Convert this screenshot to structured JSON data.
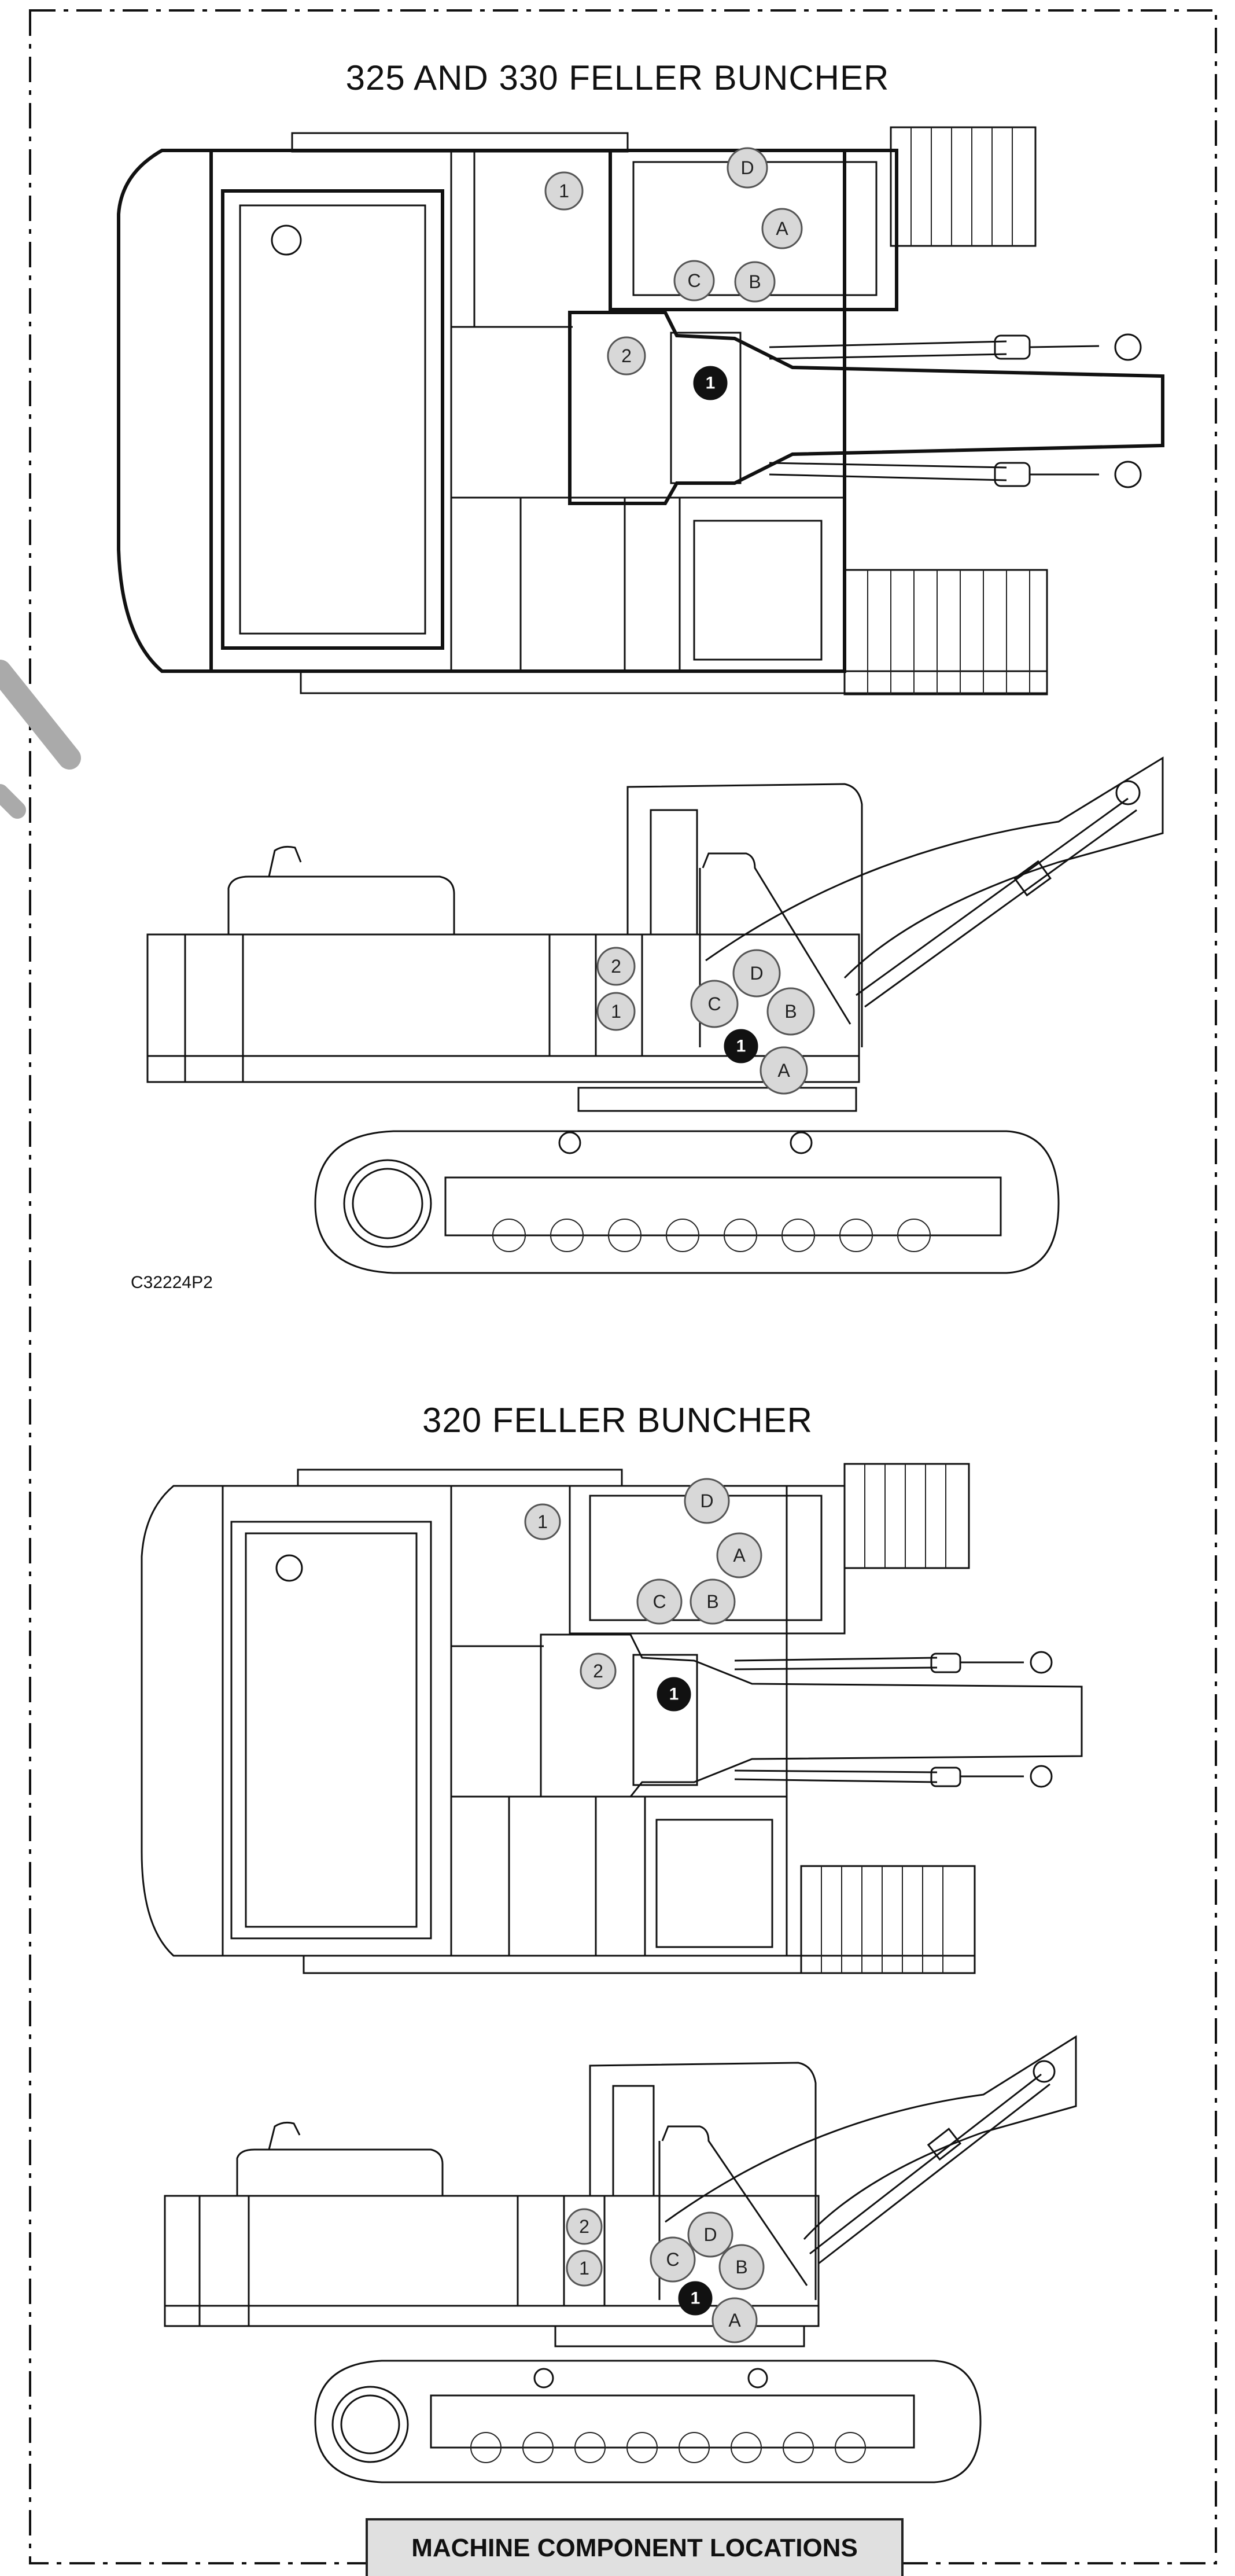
{
  "diagram": {
    "title_top": "325 AND 330 FELLER BUNCHER",
    "title_bottom": "320 FELLER BUNCHER",
    "figure_id": "C32224P2",
    "footer": "MACHINE COMPONENT LOCATIONS"
  },
  "callouts": {
    "d": "D",
    "a": "A",
    "b": "B",
    "c": "C",
    "one": "1",
    "two": "2"
  }
}
